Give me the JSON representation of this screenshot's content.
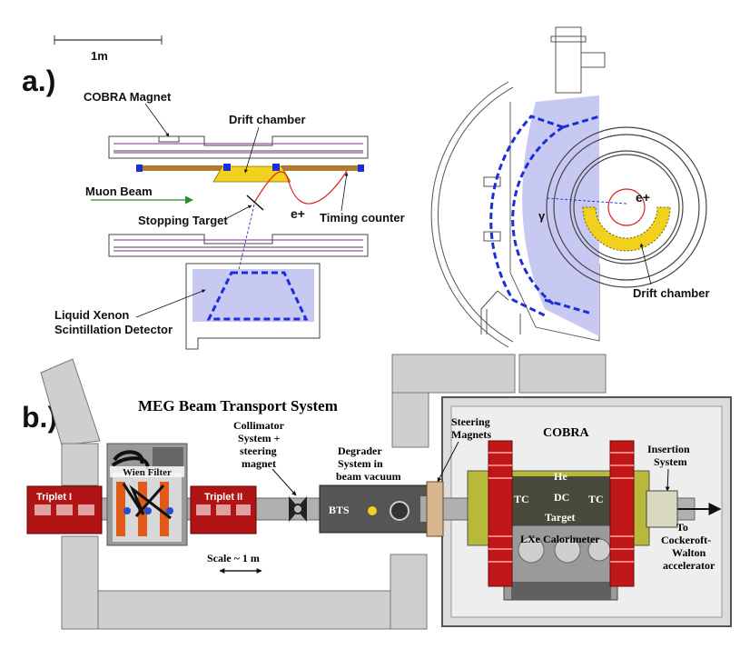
{
  "panel_a": {
    "marker": "a.)",
    "scale_bar_label": "1m",
    "side_view": {
      "magnet_label": "COBRA Magnet",
      "drift_chamber_label": "Drift chamber",
      "beam_label": "Muon Beam",
      "target_label": "Stopping Target",
      "positron_label": "e+",
      "timing_label": "Timing counter",
      "detector_label_line1": "Liquid Xenon",
      "detector_label_line2": "Scintillation Detector"
    },
    "end_view": {
      "gamma_label": "γ",
      "positron_label": "e+",
      "drift_chamber_label": "Drift chamber"
    }
  },
  "panel_b": {
    "marker": "b.)",
    "title": "MEG Beam Transport System",
    "triplet1": "Triplet I",
    "triplet2": "Triplet II",
    "wien_filter": "Wien Filter",
    "collimator": [
      "Collimator",
      "System +",
      "steering",
      "magnet"
    ],
    "degrader": [
      "Degrader",
      "System in",
      "beam vacuum"
    ],
    "bts": "BTS",
    "steering": [
      "Steering",
      "Magnets"
    ],
    "cobra": "COBRA",
    "he": "He",
    "tc": "TC",
    "dc": "DC",
    "target": "Target",
    "lxe": "LXe Calorimeter",
    "insertion": [
      "Insertion",
      "System"
    ],
    "destination": [
      "To",
      "Cockeroft-",
      "Walton",
      "accelerator"
    ],
    "scale": "Scale ~ 1 m"
  },
  "colors": {
    "liquid_xenon": "#c7c9f2",
    "drift_chamber": "#f2d01e",
    "dashed_frame": "#1a2fd6",
    "muon_beam": "#2e8b2e",
    "positron_track": "#e02020",
    "concrete": "#cfcfcf",
    "magnet_coil": "#c01818",
    "triplet": "#b01414"
  }
}
